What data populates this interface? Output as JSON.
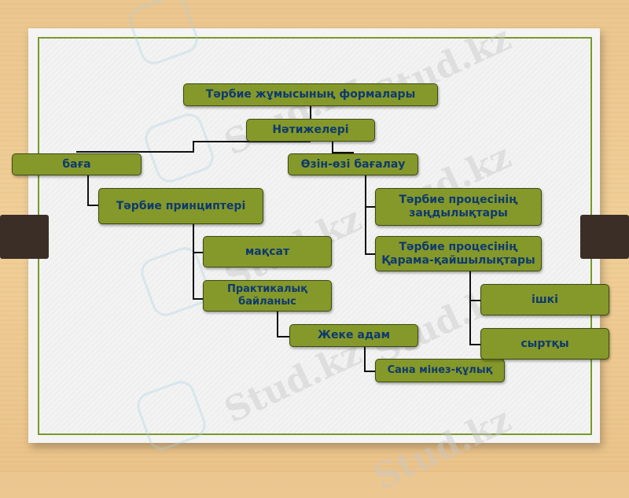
{
  "diagram": {
    "root": "Тәрбие жұмысының формалары",
    "results": "Нәтижелері",
    "assessment": "баға",
    "self_assessment": "Өзін-өзі бағалау",
    "principles": "Тәрбие принциптері",
    "goal": "мақсат",
    "practical_link": "Практикалық байланыс",
    "individual": "Жеке адам",
    "consciousness_behavior": "Сана мінез-құлық",
    "laws": "Тәрбие процесінің заңдылықтары",
    "contradictions": "Тәрбие процесінің Қарама-қайшылықтары",
    "internal": "ішкі",
    "external": "сыртқы"
  },
  "watermark": {
    "text": "Stud.kz"
  },
  "colors": {
    "box_fill": "#85982a",
    "box_text": "#0e3a6e",
    "frame_border": "#7a9a28",
    "connector": "#111111"
  }
}
